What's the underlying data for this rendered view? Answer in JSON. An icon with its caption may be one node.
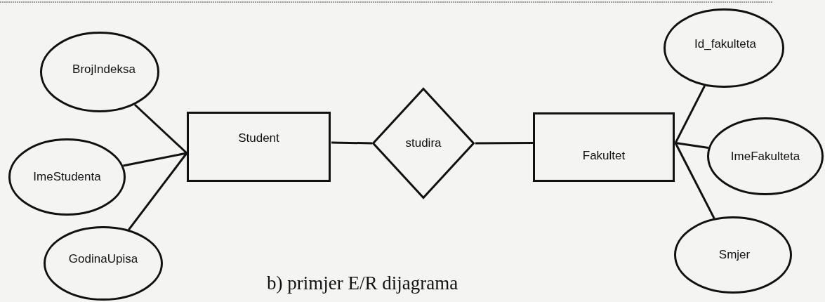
{
  "diagram": {
    "caption": "b) primjer E/R dijagrama",
    "nodes": [
      {
        "text": [
          "BrojIndeksa"
        ]
      },
      {
        "text": [
          "ImeStudenta"
        ]
      },
      {
        "text": [
          "GodinaUpisa"
        ]
      },
      {
        "text": [
          "Student"
        ]
      },
      {
        "text": [
          "studira"
        ]
      },
      {
        "text": [
          "Fakultet"
        ]
      },
      {
        "text": [
          "Id_fakulteta"
        ]
      },
      {
        "text": [
          "ImeFakulteta"
        ]
      },
      {
        "text": [
          "Smjer"
        ]
      }
    ],
    "edges": [
      {
        "from": 0,
        "to": 3,
        "arrow": "none"
      },
      {
        "from": 1,
        "to": 3,
        "arrow": "none"
      },
      {
        "from": 2,
        "to": 3,
        "arrow": "none"
      },
      {
        "from": 3,
        "to": 4,
        "arrow": "none"
      },
      {
        "from": 4,
        "to": 5,
        "arrow": "none"
      },
      {
        "from": 5,
        "to": 6,
        "arrow": "none"
      },
      {
        "from": 5,
        "to": 7,
        "arrow": "none"
      },
      {
        "from": 5,
        "to": 8,
        "arrow": "none"
      }
    ]
  }
}
